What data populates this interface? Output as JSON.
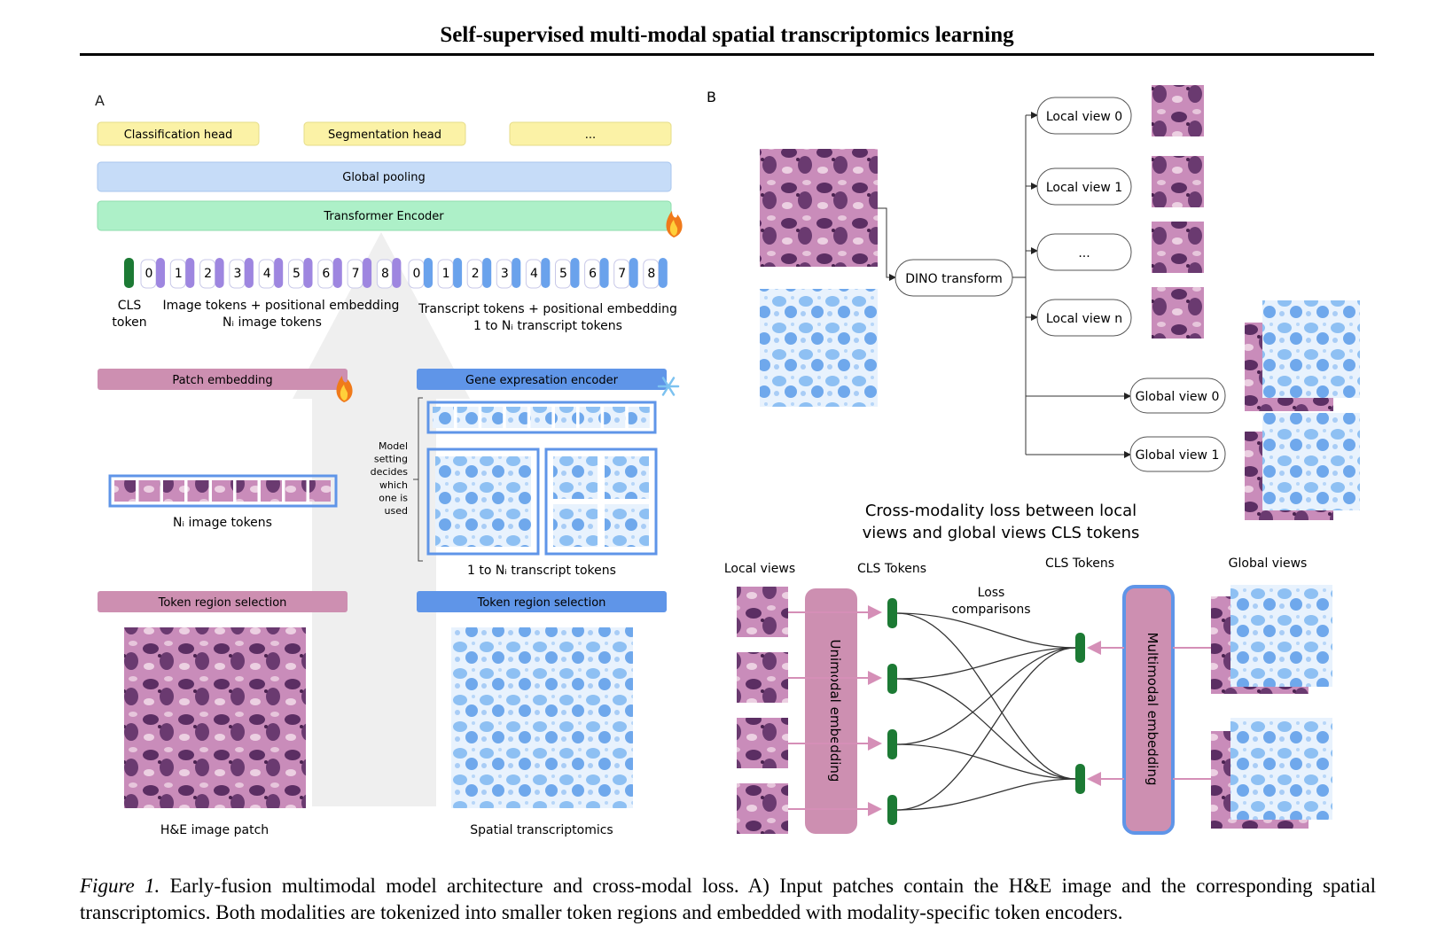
{
  "header": {
    "title": "Self-supervised multi-modal spatial transcriptomics learning"
  },
  "panel_a": {
    "label": "A",
    "heads": [
      "Classification head",
      "Segmentation head",
      "..."
    ],
    "global_pooling": "Global pooling",
    "transformer_encoder": "Transformer Encoder",
    "image_token_numbers": [
      "0",
      "1",
      "2",
      "3",
      "4",
      "5",
      "6",
      "7",
      "8"
    ],
    "transcript_token_numbers": [
      "0",
      "1",
      "2",
      "3",
      "4",
      "5",
      "6",
      "7",
      "8"
    ],
    "cls_label_1": "CLS",
    "cls_label_2": "token",
    "image_tokens_label_1": "Image tokens + positional embedding",
    "image_tokens_label_2": "Nᵢ image tokens",
    "transcript_tokens_label_1": "Transcript tokens + positional embedding",
    "transcript_tokens_label_2": "1 to Nᵢ transcript tokens",
    "patch_embedding": "Patch embedding",
    "gene_encoder": "Gene expresation encoder",
    "model_setting_lines": [
      "Model",
      "setting",
      "decides",
      "which",
      "one is",
      "used"
    ],
    "ni_image_tokens": "Nᵢ image tokens",
    "transcript_tokens_count": "1 to Nᵢ transcript tokens",
    "token_region_left": "Token region selection",
    "token_region_right": "Token region selection",
    "he_patch_label": "H&E image patch",
    "spatial_label": "Spatial transcriptomics"
  },
  "panel_b": {
    "label": "B",
    "local_views": [
      "Local view 0",
      "Local view 1",
      "...",
      "Local view n"
    ],
    "global_views": [
      "Global view 0",
      "Global view 1"
    ],
    "dino_transform": "DINO transform",
    "cross_modality_1": "Cross-modality loss between local",
    "cross_modality_2": "views and global views CLS tokens",
    "local_views_header": "Local views",
    "cls_tokens_left": "CLS Tokens",
    "cls_tokens_right": "CLS Tokens",
    "global_views_header": "Global views",
    "loss_comparisons_1": "Loss",
    "loss_comparisons_2": "comparisons",
    "unimodal_embedding": "Unimodal embedding",
    "multimodal_embedding": "Multimodal embedding"
  },
  "caption": {
    "figure_label": "Figure 1.",
    "line1": "Early-fusion multimodal model architecture and cross-modal loss. A) Input patches contain the H&E image and the corresponding",
    "line2": "spatial transcriptomics. Both modalities are tokenized into smaller token regions and embedded with modality-specific token encoders."
  },
  "colors": {
    "yellow_head": "#fbf2a6",
    "blue_pool": "#c6dcf8",
    "green_encoder": "#adf0c8",
    "pink": "#cd8fb1",
    "blue_box": "#5f95e8",
    "dark_green": "#1c7a34",
    "he_purple": "#a86c9c",
    "st_blue": "#8cbcf2"
  }
}
